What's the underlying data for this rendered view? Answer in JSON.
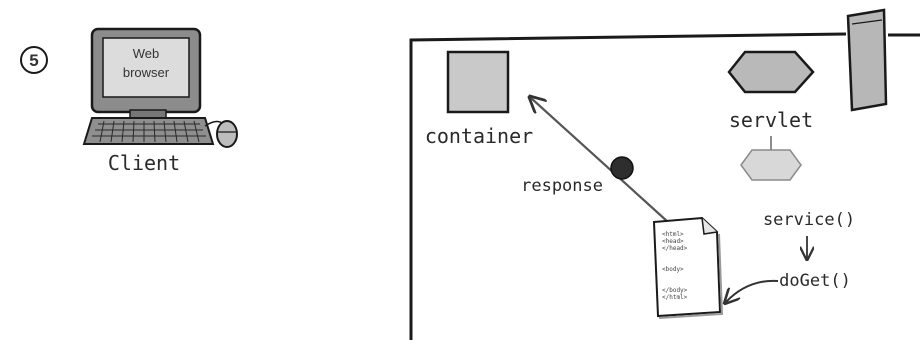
{
  "step": {
    "number": "5"
  },
  "client": {
    "screen_line1": "Web",
    "screen_line2": "browser",
    "label": "Client"
  },
  "server": {
    "container_label": "container",
    "servlet_label": "servlet",
    "response_label": "response",
    "method_1": "service()",
    "method_2": "doGet()",
    "document_lines": [
      "<html>",
      "<head>",
      "</head>",
      "",
      "<body>",
      "",
      "</body>",
      "</html>"
    ]
  },
  "colors": {
    "outline": "#1a1a1a",
    "shape_fill": "#c9c9c9",
    "tower_fill": "#b7b7b7",
    "ball_fill": "#2e2e2e",
    "line": "#555555"
  }
}
